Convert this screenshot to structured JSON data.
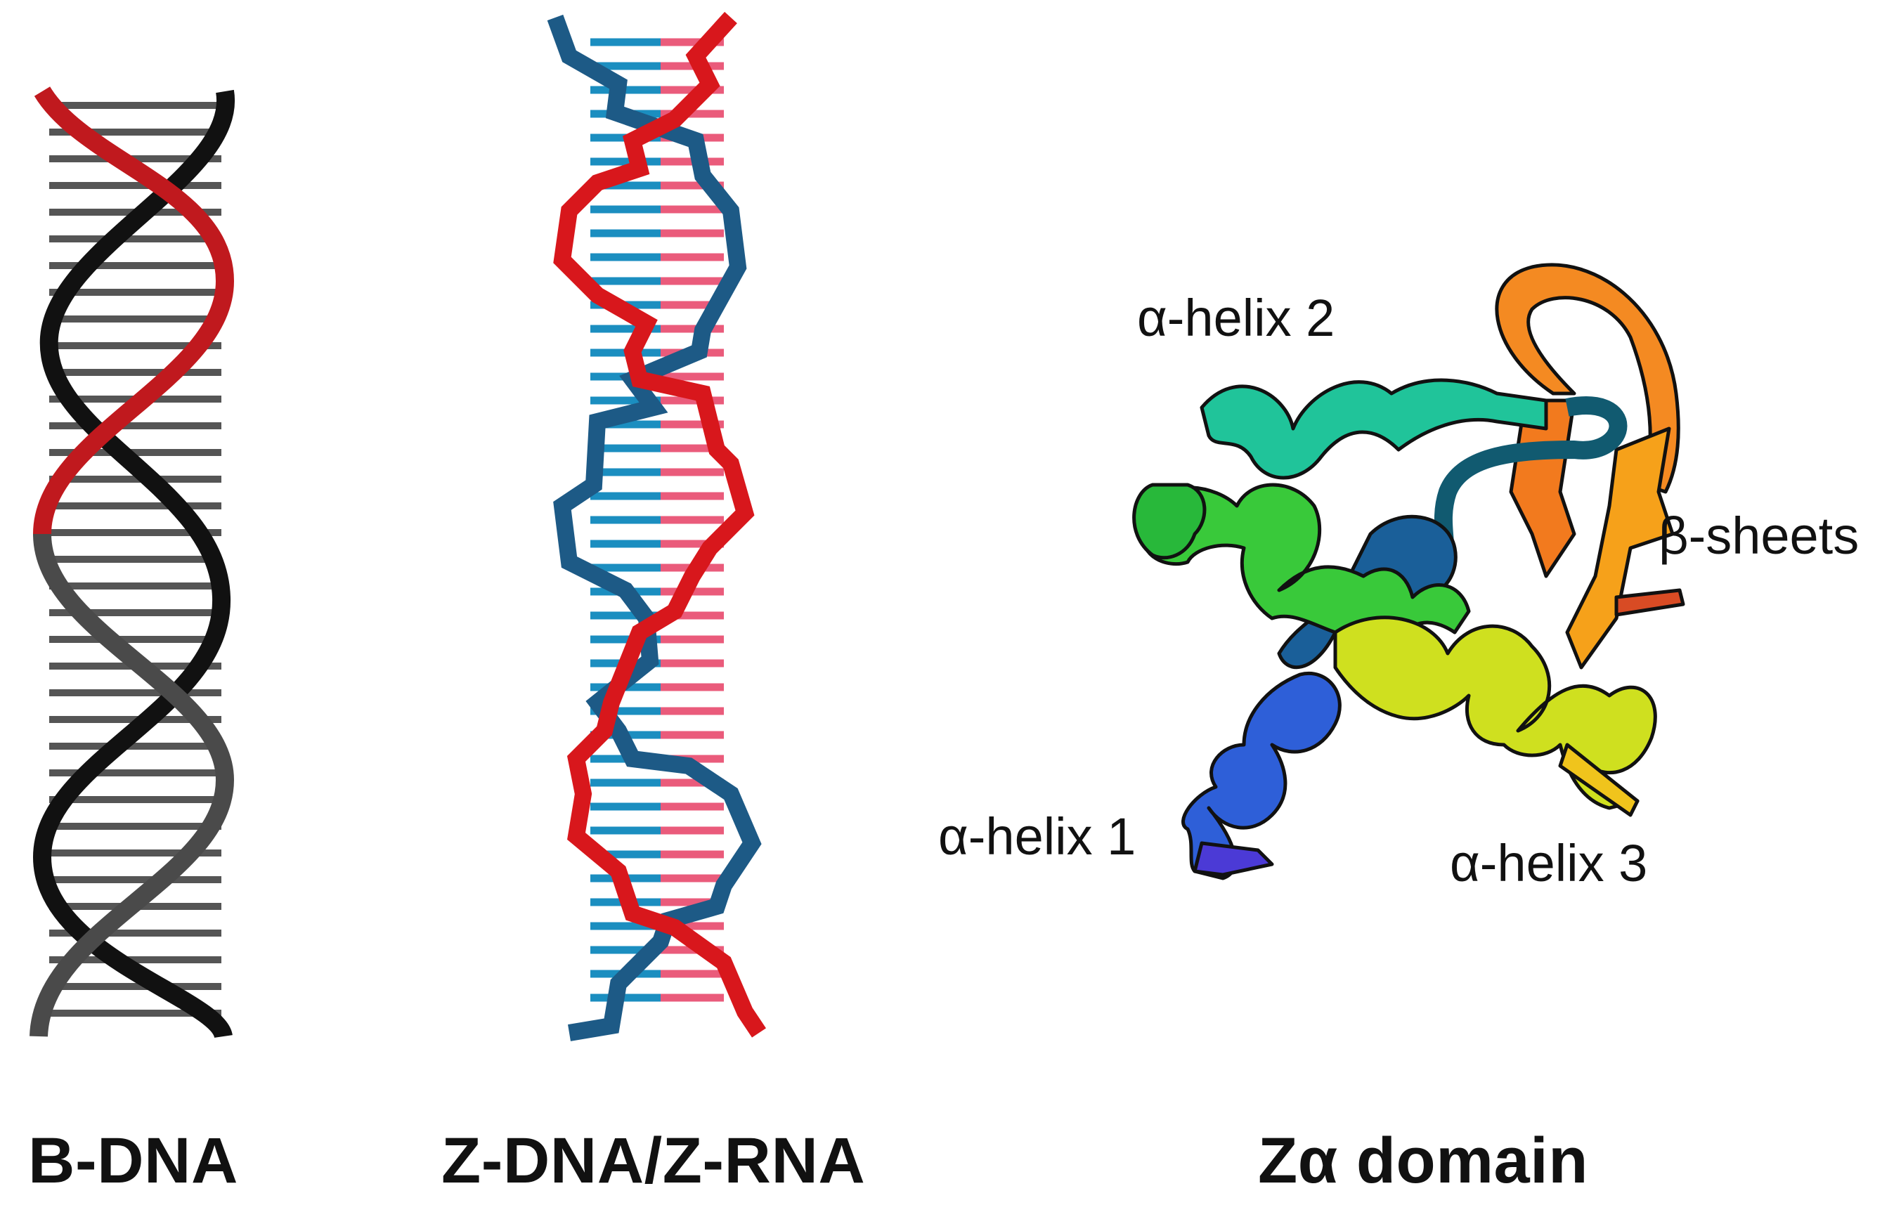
{
  "captions": {
    "bdna": "B-DNA",
    "zdna": "Z-DNA/Z-RNA",
    "zalpha": "Zα domain"
  },
  "labels": {
    "helix1": "α-helix 1",
    "helix2": "α-helix 2",
    "helix3": "α-helix 3",
    "sheets": "β-sheets"
  },
  "colors": {
    "bdna_strand_dark": "#111111",
    "bdna_strand_red": "#c0191e",
    "bdna_rung": "#555555",
    "zdna_strand_red": "#d8171c",
    "zdna_strand_blue": "#1d5a86",
    "zdna_pair_pink": "#ea5b7b",
    "zdna_pair_blue": "#1b8ec0"
  }
}
